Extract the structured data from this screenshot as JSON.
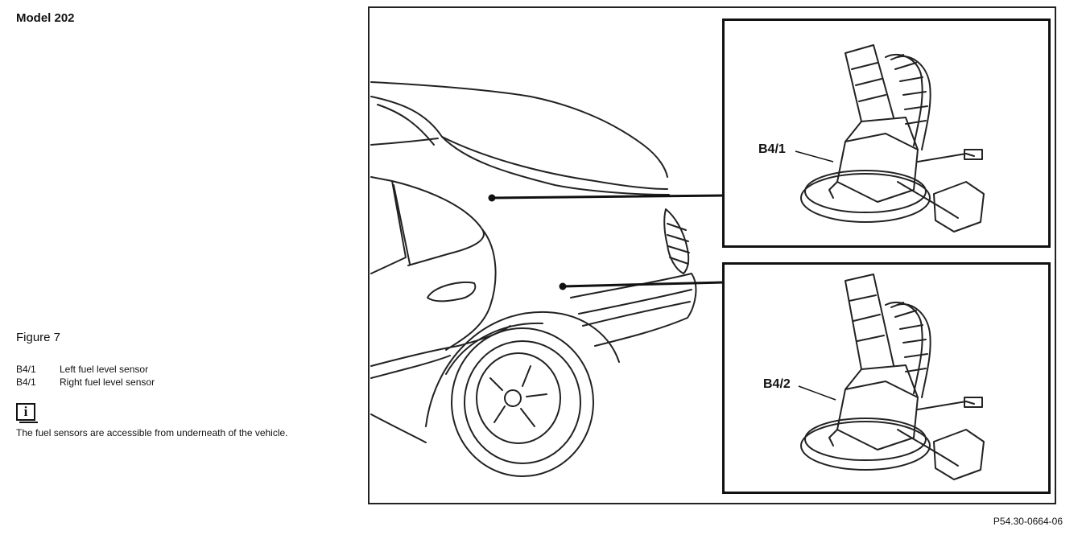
{
  "header": {
    "model_title": "Model 202"
  },
  "figure": {
    "label": "Figure 7"
  },
  "legend": {
    "items": [
      {
        "code": "B4/1",
        "description": "Left fuel level sensor"
      },
      {
        "code": "B4/1",
        "description": "Right fuel level sensor"
      }
    ]
  },
  "info": {
    "icon_symbol": "i",
    "note": "The fuel sensors are accessible from underneath of the vehicle."
  },
  "illustration": {
    "callout_top": "B4/1",
    "callout_bottom": "B4/2"
  },
  "footer": {
    "reference": "P54.30-0664-06"
  }
}
